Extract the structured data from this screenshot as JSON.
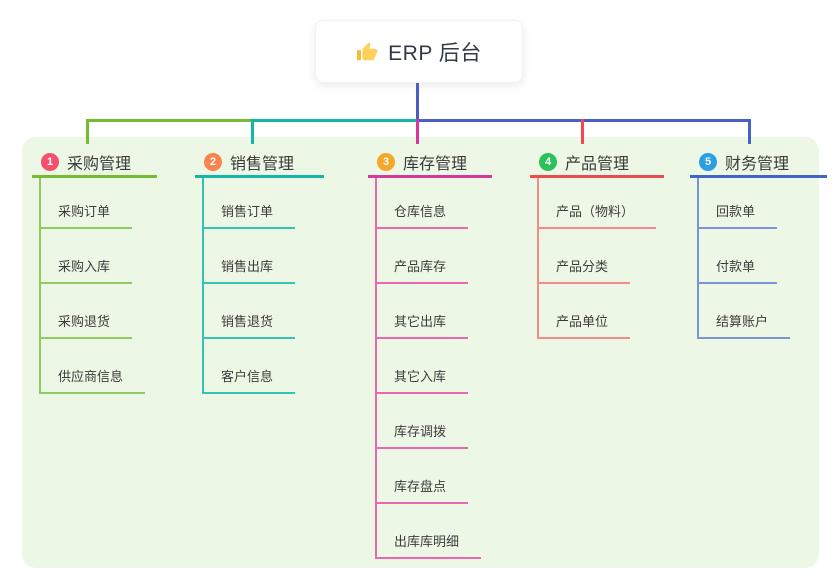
{
  "root": {
    "icon": "thumbs-up",
    "label": "ERP 后台"
  },
  "panel_color": "#EDF7E5",
  "connectors": {
    "root_line_color": "#4A5EC8",
    "trunk_segments": [
      "#76BB34",
      "#12B7A6",
      "#4A5EC8"
    ]
  },
  "branches": [
    {
      "num": "1",
      "label": "采购管理",
      "badge_color": "#F4506B",
      "line_color": "#76BB34",
      "child_line_color": "#8FCB60",
      "items": [
        "采购订单",
        "采购入库",
        "采购退货",
        "供应商信息"
      ]
    },
    {
      "num": "2",
      "label": "销售管理",
      "badge_color": "#F8834D",
      "line_color": "#12B7A6",
      "child_line_color": "#35C3B5",
      "items": [
        "销售订单",
        "销售出库",
        "销售退货",
        "客户信息"
      ]
    },
    {
      "num": "3",
      "label": "库存管理",
      "badge_color": "#F6A62B",
      "line_color": "#D6399B",
      "child_line_color": "#EA67B2",
      "items": [
        "仓库信息",
        "产品库存",
        "其它出库",
        "其它入库",
        "库存调拨",
        "库存盘点",
        "出库库明细"
      ]
    },
    {
      "num": "4",
      "label": "产品管理",
      "badge_color": "#2EC05A",
      "line_color": "#F0494F",
      "child_line_color": "#F58C8C",
      "items": [
        "产品（物料）",
        "产品分类",
        "产品单位"
      ]
    },
    {
      "num": "5",
      "label": "财务管理",
      "badge_color": "#2B9FE3",
      "line_color": "#4263C7",
      "child_line_color": "#7D93D8",
      "items": [
        "回款单",
        "付款单",
        "结算账户"
      ]
    }
  ]
}
